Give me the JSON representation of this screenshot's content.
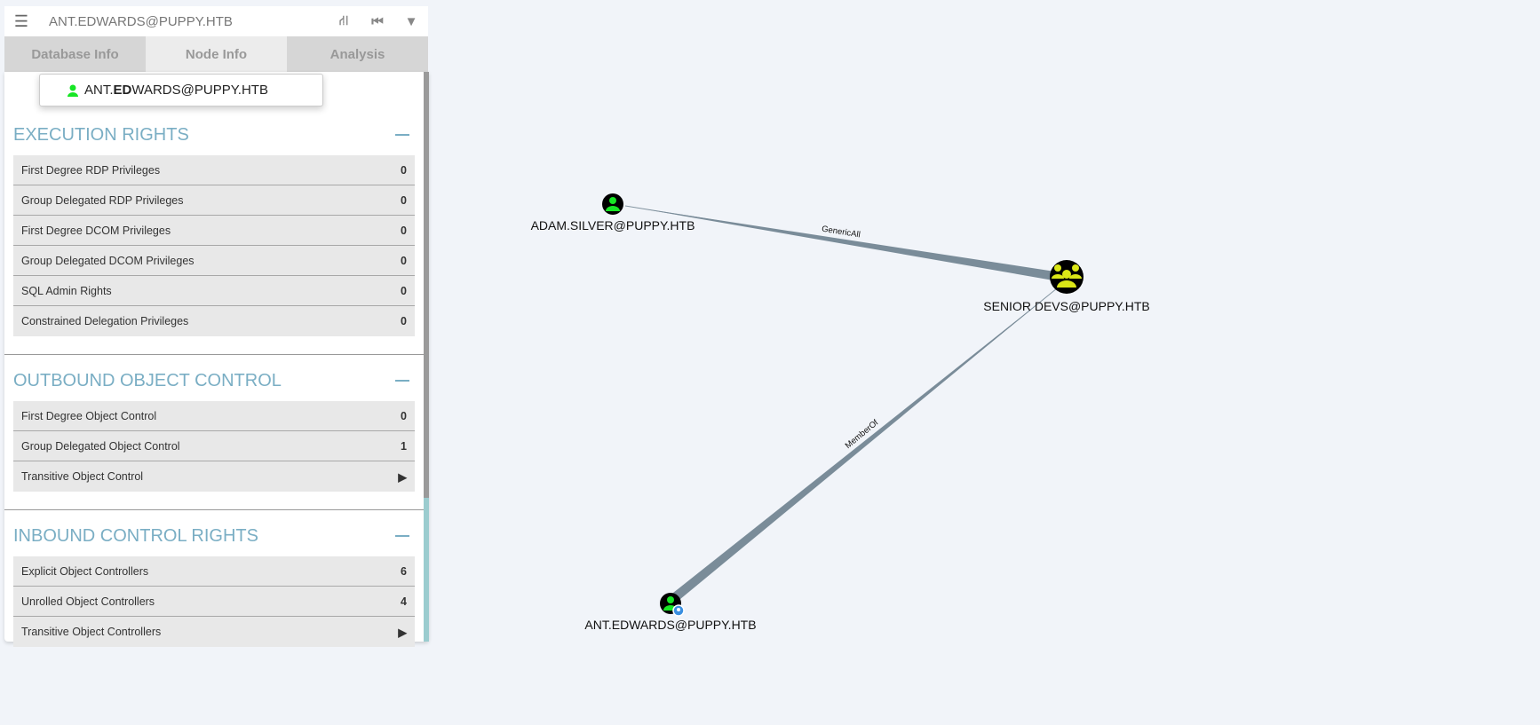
{
  "search": {
    "value": "ANT.EDWARDS@PUPPY.HTB"
  },
  "tabs": [
    {
      "label": "Database Info"
    },
    {
      "label": "Node Info"
    },
    {
      "label": "Analysis"
    }
  ],
  "dropdown": {
    "pre": "ANT.",
    "bold": "ED",
    "post": "WARDS@PUPPY.HTB"
  },
  "sections": [
    {
      "title": "EXECUTION RIGHTS",
      "rows": [
        {
          "label": "First Degree RDP Privileges",
          "value": "0"
        },
        {
          "label": "Group Delegated RDP Privileges",
          "value": "0"
        },
        {
          "label": "First Degree DCOM Privileges",
          "value": "0"
        },
        {
          "label": "Group Delegated DCOM Privileges",
          "value": "0"
        },
        {
          "label": "SQL Admin Rights",
          "value": "0"
        },
        {
          "label": "Constrained Delegation Privileges",
          "value": "0"
        }
      ]
    },
    {
      "title": "OUTBOUND OBJECT CONTROL",
      "rows": [
        {
          "label": "First Degree Object Control",
          "value": "0"
        },
        {
          "label": "Group Delegated Object Control",
          "value": "1"
        },
        {
          "label": "Transitive Object Control",
          "value": "▶"
        }
      ]
    },
    {
      "title": "INBOUND CONTROL RIGHTS",
      "rows": [
        {
          "label": "Explicit Object Controllers",
          "value": "6"
        },
        {
          "label": "Unrolled Object Controllers",
          "value": "4"
        },
        {
          "label": "Transitive Object Controllers",
          "value": "▶"
        }
      ]
    }
  ],
  "graph": {
    "nodes": [
      {
        "label": "ADAM.SILVER@PUPPY.HTB",
        "type": "user"
      },
      {
        "label": "SENIOR DEVS@PUPPY.HTB",
        "type": "group"
      },
      {
        "label": "ANT.EDWARDS@PUPPY.HTB",
        "type": "user-owned"
      }
    ],
    "edges": [
      {
        "label": "GenericAll"
      },
      {
        "label": "MemberOf"
      }
    ]
  },
  "colors": {
    "user": "#17e625",
    "group": "#dbe617",
    "edge": "#7a8c99",
    "accent": "#7aaec4"
  }
}
